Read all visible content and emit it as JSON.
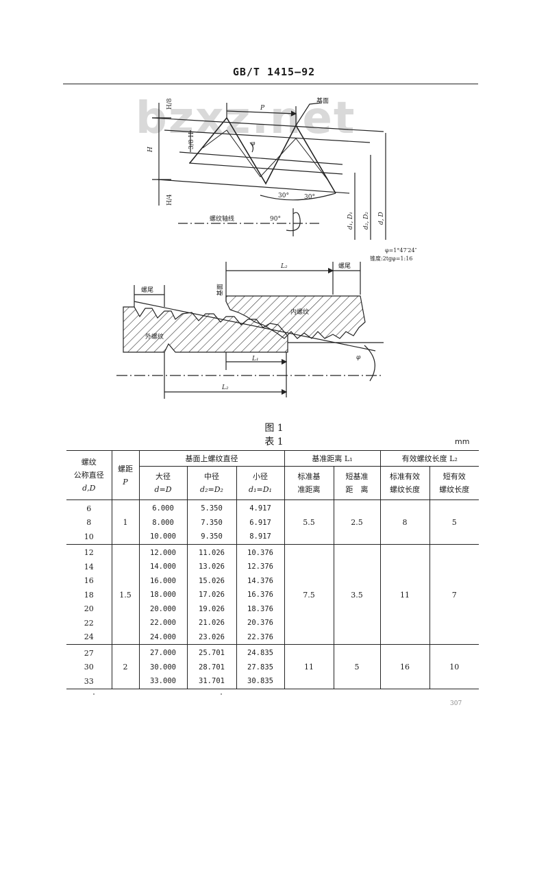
{
  "header": {
    "standard": "GB/T 1415—92"
  },
  "watermark": "bzxz.net",
  "figure": {
    "labels": {
      "h8": "H/8",
      "h": "H",
      "h4": "H/4",
      "h38": "3/8 H",
      "p": "P",
      "base_plane": "基面",
      "phi": "φ",
      "angle1": "30°",
      "angle2": "30°",
      "axis": "螺纹轴线",
      "right_angle": "90°",
      "d1": "d₁, D₁",
      "d2": "d₂, D₂",
      "d": "d, D",
      "note1": "φ=1°47′24″",
      "note2": "锥度:2tgφ=1:16",
      "l2_top": "L₂",
      "tail_top": "螺尾",
      "base_plane_v": "基面",
      "tail_left": "螺尾",
      "internal": "内螺纹",
      "external": "外螺纹",
      "l1": "L₁",
      "l2_bottom": "L₂",
      "phi2": "φ"
    }
  },
  "captions": {
    "figure": "图 1",
    "table": "表 1",
    "unit": "mm"
  },
  "table": {
    "headers": {
      "nominal": [
        "螺纹",
        "公称直径",
        "d,D"
      ],
      "pitch": [
        "螺距",
        "P"
      ],
      "diameters": "基面上螺纹直径",
      "base_distance": "基准距离 L₁",
      "effective_length": "有效螺纹长度 L₂",
      "major": [
        "大径",
        "d=D"
      ],
      "pitchdia": [
        "中径",
        "d₂=D₂"
      ],
      "minor": [
        "小径",
        "d₁=D₁"
      ],
      "std_base": [
        "标准基",
        "准距离"
      ],
      "short_base": [
        "短基准",
        "距　离"
      ],
      "std_eff": [
        "标准有效",
        "螺纹长度"
      ],
      "short_eff": [
        "短有效",
        "螺纹长度"
      ]
    },
    "groups": [
      {
        "pitch": "1",
        "l1_std": "5.5",
        "l1_short": "2.5",
        "l2_std": "8",
        "l2_short": "5",
        "rows": [
          {
            "d": "6",
            "major": "6.000",
            "pitchdia": "5.350",
            "minor": "4.917"
          },
          {
            "d": "8",
            "major": "8.000",
            "pitchdia": "7.350",
            "minor": "6.917"
          },
          {
            "d": "10",
            "major": "10.000",
            "pitchdia": "9.350",
            "minor": "8.917"
          }
        ]
      },
      {
        "pitch": "1.5",
        "l1_std": "7.5",
        "l1_short": "3.5",
        "l2_std": "11",
        "l2_short": "7",
        "rows": [
          {
            "d": "12",
            "major": "12.000",
            "pitchdia": "11.026",
            "minor": "10.376"
          },
          {
            "d": "14",
            "major": "14.000",
            "pitchdia": "13.026",
            "minor": "12.376"
          },
          {
            "d": "16",
            "major": "16.000",
            "pitchdia": "15.026",
            "minor": "14.376"
          },
          {
            "d": "18",
            "major": "18.000",
            "pitchdia": "17.026",
            "minor": "16.376"
          },
          {
            "d": "20",
            "major": "20.000",
            "pitchdia": "19.026",
            "minor": "18.376"
          },
          {
            "d": "22",
            "major": "22.000",
            "pitchdia": "21.026",
            "minor": "20.376"
          },
          {
            "d": "24",
            "major": "24.000",
            "pitchdia": "23.026",
            "minor": "22.376"
          }
        ]
      },
      {
        "pitch": "2",
        "l1_std": "11",
        "l1_short": "5",
        "l2_std": "16",
        "l2_short": "10",
        "rows": [
          {
            "d": "27",
            "major": "27.000",
            "pitchdia": "25.701",
            "minor": "24.835"
          },
          {
            "d": "30",
            "major": "30.000",
            "pitchdia": "28.701",
            "minor": "27.835"
          },
          {
            "d": "33",
            "major": "33.000",
            "pitchdia": "31.701",
            "minor": "30.835"
          }
        ]
      }
    ]
  },
  "page_number": "307"
}
